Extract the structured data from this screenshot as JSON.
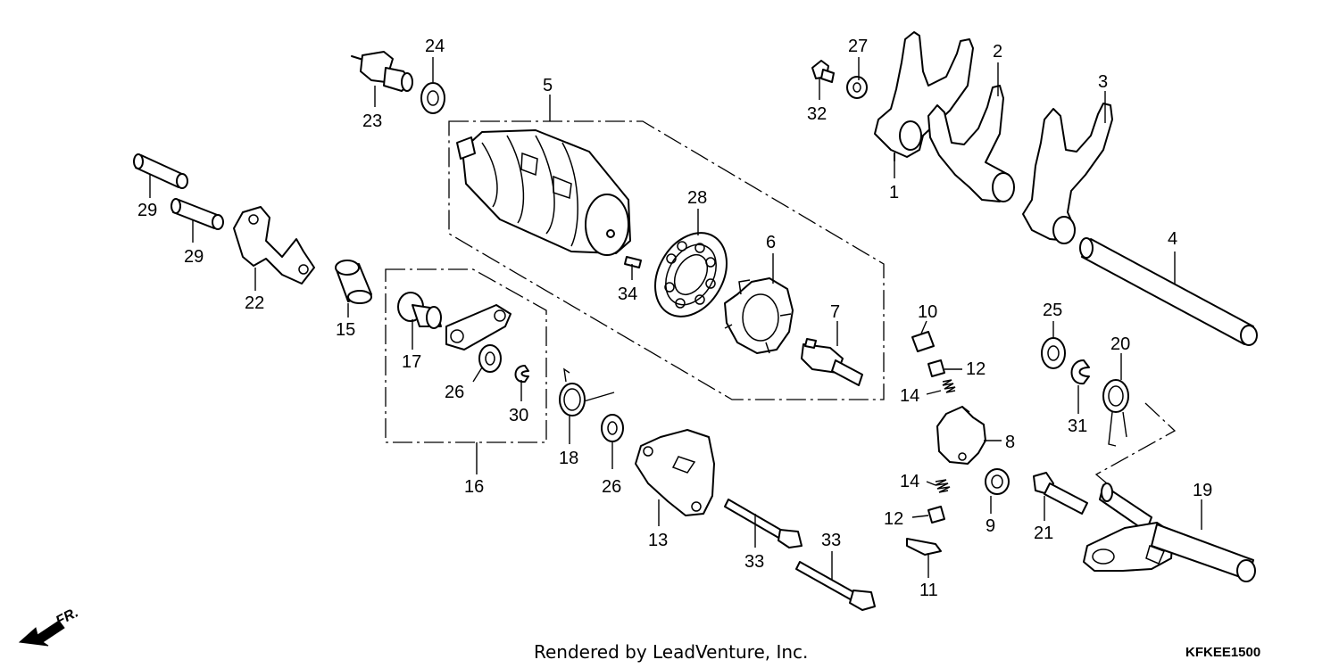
{
  "callouts": {
    "c1": "1",
    "c2": "2",
    "c3": "3",
    "c4": "4",
    "c5": "5",
    "c6": "6",
    "c7": "7",
    "c8": "8",
    "c9": "9",
    "c10": "10",
    "c11": "11",
    "c12a": "12",
    "c12b": "12",
    "c13": "13",
    "c14a": "14",
    "c14b": "14",
    "c15": "15",
    "c16": "16",
    "c17": "17",
    "c18": "18",
    "c19": "19",
    "c20": "20",
    "c21": "21",
    "c22": "22",
    "c23": "23",
    "c24": "24",
    "c25": "25",
    "c26a": "26",
    "c26b": "26",
    "c27": "27",
    "c28": "28",
    "c29a": "29",
    "c29b": "29",
    "c30": "30",
    "c31": "31",
    "c32": "32",
    "c33a": "33",
    "c33b": "33",
    "c34": "34"
  },
  "direction_label": "FR.",
  "footer": {
    "rendered_by": "Rendered by LeadVenture, Inc.",
    "diagram_code": "KFKEE1500"
  }
}
